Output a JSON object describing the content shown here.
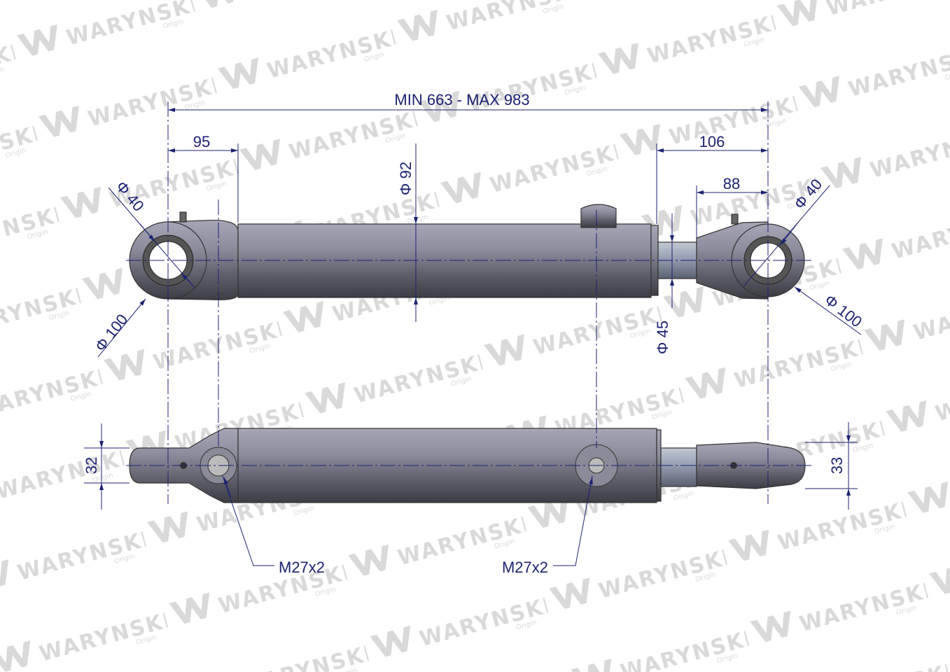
{
  "watermark": {
    "brand": "WARYNSKI",
    "sub": "Origin"
  },
  "dimensions": {
    "overall_length": "MIN 663 - MAX 983",
    "left_eye_offset": "95",
    "right_end_length": "106",
    "right_eye_offset": "88",
    "barrel_diameter": "Φ 92",
    "rod_diameter": "Φ 45",
    "left_pin_diameter": "Φ 40",
    "left_eye_outer_diameter": "Φ 100",
    "right_pin_diameter": "Φ 40",
    "right_eye_outer_diameter": "Φ 100",
    "left_eye_width": "32",
    "right_eye_width": "33"
  },
  "ports": {
    "left": "M27x2",
    "right": "M27x2"
  },
  "colors": {
    "dimension": "#1c2272",
    "steel": "#6e6e7c",
    "watermark": "#d9d9d9"
  }
}
